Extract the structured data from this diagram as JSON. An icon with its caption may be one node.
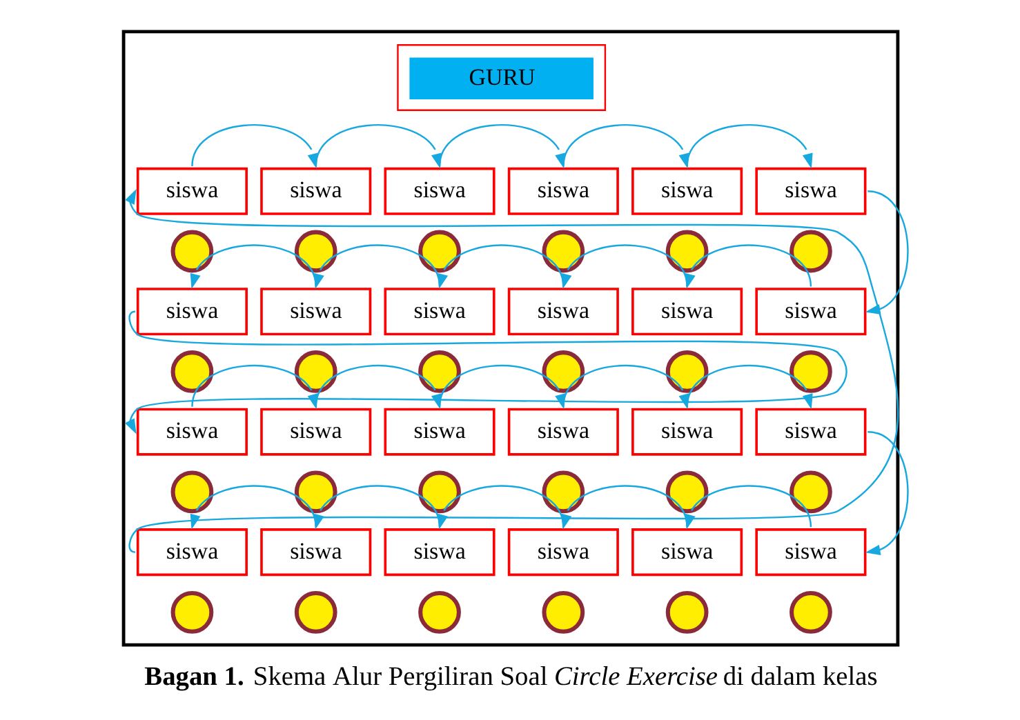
{
  "diagram": {
    "caption": "**Bagan 1.** Skema Alur Pergiliran Soal *Circle Exercise* di dalam kelas",
    "nodes": [
      {
        "text": [],
        "shape": "box"
      },
      {
        "text": [
          "GURU"
        ],
        "in": 0
      },
      {
        "text": [
          "siswa"
        ],
        "in": 0
      },
      {
        "text": [
          "siswa"
        ],
        "in": 0
      },
      {
        "text": [
          "siswa"
        ],
        "in": 0
      },
      {
        "text": [
          "siswa"
        ],
        "in": 0
      },
      {
        "text": [
          "siswa"
        ],
        "in": 0
      },
      {
        "text": [
          "siswa"
        ],
        "in": 0
      },
      {
        "text": [],
        "shape": "circle",
        "in": 0
      },
      {
        "text": [],
        "shape": "circle",
        "in": 0
      },
      {
        "text": [],
        "shape": "circle",
        "in": 0
      },
      {
        "text": [],
        "shape": "circle",
        "in": 0
      },
      {
        "text": [],
        "shape": "circle",
        "in": 0
      },
      {
        "text": [],
        "shape": "circle",
        "in": 0
      },
      {
        "text": [
          "siswa"
        ],
        "in": 0
      },
      {
        "text": [
          "siswa"
        ],
        "in": 0
      },
      {
        "text": [
          "siswa"
        ],
        "in": 0
      },
      {
        "text": [
          "siswa"
        ],
        "in": 0
      },
      {
        "text": [
          "siswa"
        ],
        "in": 0
      },
      {
        "text": [
          "siswa"
        ],
        "in": 0
      },
      {
        "text": [],
        "shape": "circle",
        "in": 0
      },
      {
        "text": [],
        "shape": "circle",
        "in": 0
      },
      {
        "text": [],
        "shape": "circle",
        "in": 0
      },
      {
        "text": [],
        "shape": "circle",
        "in": 0
      },
      {
        "text": [],
        "shape": "circle",
        "in": 0
      },
      {
        "text": [],
        "shape": "circle",
        "in": 0
      },
      {
        "text": [
          "siswa"
        ],
        "in": 0
      },
      {
        "text": [
          "siswa"
        ],
        "in": 0
      },
      {
        "text": [
          "siswa"
        ],
        "in": 0
      },
      {
        "text": [
          "siswa"
        ],
        "in": 0
      },
      {
        "text": [
          "siswa"
        ],
        "in": 0
      },
      {
        "text": [
          "siswa"
        ],
        "in": 0
      },
      {
        "text": [],
        "shape": "circle",
        "in": 0
      },
      {
        "text": [],
        "shape": "circle",
        "in": 0
      },
      {
        "text": [],
        "shape": "circle",
        "in": 0
      },
      {
        "text": [],
        "shape": "circle",
        "in": 0
      },
      {
        "text": [],
        "shape": "circle",
        "in": 0
      },
      {
        "text": [],
        "shape": "circle",
        "in": 0
      },
      {
        "text": [
          "siswa"
        ],
        "in": 0
      },
      {
        "text": [
          "siswa"
        ],
        "in": 0
      },
      {
        "text": [
          "siswa"
        ],
        "in": 0
      },
      {
        "text": [
          "siswa"
        ],
        "in": 0
      },
      {
        "text": [
          "siswa"
        ],
        "in": 0
      },
      {
        "text": [
          "siswa"
        ],
        "in": 0
      },
      {
        "text": [],
        "shape": "circle",
        "in": 0
      },
      {
        "text": [],
        "shape": "circle",
        "in": 0
      },
      {
        "text": [],
        "shape": "circle",
        "in": 0
      },
      {
        "text": [],
        "shape": "circle",
        "in": 0
      },
      {
        "text": [],
        "shape": "circle",
        "in": 0
      },
      {
        "text": [],
        "shape": "circle",
        "in": 0
      }
    ],
    "edges": [
      {
        "from": 2,
        "to": 3,
        "arrow": "to"
      },
      {
        "from": 3,
        "to": 4,
        "arrow": "to"
      },
      {
        "from": 4,
        "to": 5,
        "arrow": "to"
      },
      {
        "from": 5,
        "to": 6,
        "arrow": "to"
      },
      {
        "from": 6,
        "to": 7,
        "arrow": "to"
      },
      {
        "from": 7,
        "to": 19,
        "arrow": "to"
      },
      {
        "from": 19,
        "to": 18,
        "arrow": "to"
      },
      {
        "from": 18,
        "to": 17,
        "arrow": "to"
      },
      {
        "from": 17,
        "to": 16,
        "arrow": "to"
      },
      {
        "from": 16,
        "to": 15,
        "arrow": "to"
      },
      {
        "from": 15,
        "to": 14,
        "arrow": "to"
      },
      {
        "from": 14,
        "to": 26,
        "arrow": "to"
      },
      {
        "from": 26,
        "to": 27,
        "arrow": "to"
      },
      {
        "from": 27,
        "to": 28,
        "arrow": "to"
      },
      {
        "from": 28,
        "to": 29,
        "arrow": "to"
      },
      {
        "from": 29,
        "to": 30,
        "arrow": "to"
      },
      {
        "from": 30,
        "to": 31,
        "arrow": "to"
      },
      {
        "from": 31,
        "to": 43,
        "arrow": "to"
      },
      {
        "from": 43,
        "to": 42,
        "arrow": "to"
      },
      {
        "from": 42,
        "to": 41,
        "arrow": "to"
      },
      {
        "from": 41,
        "to": 40,
        "arrow": "to"
      },
      {
        "from": 40,
        "to": 39,
        "arrow": "to"
      },
      {
        "from": 39,
        "to": 38,
        "arrow": "to"
      },
      {
        "from": 38,
        "to": 2,
        "arrow": "to"
      }
    ]
  }
}
